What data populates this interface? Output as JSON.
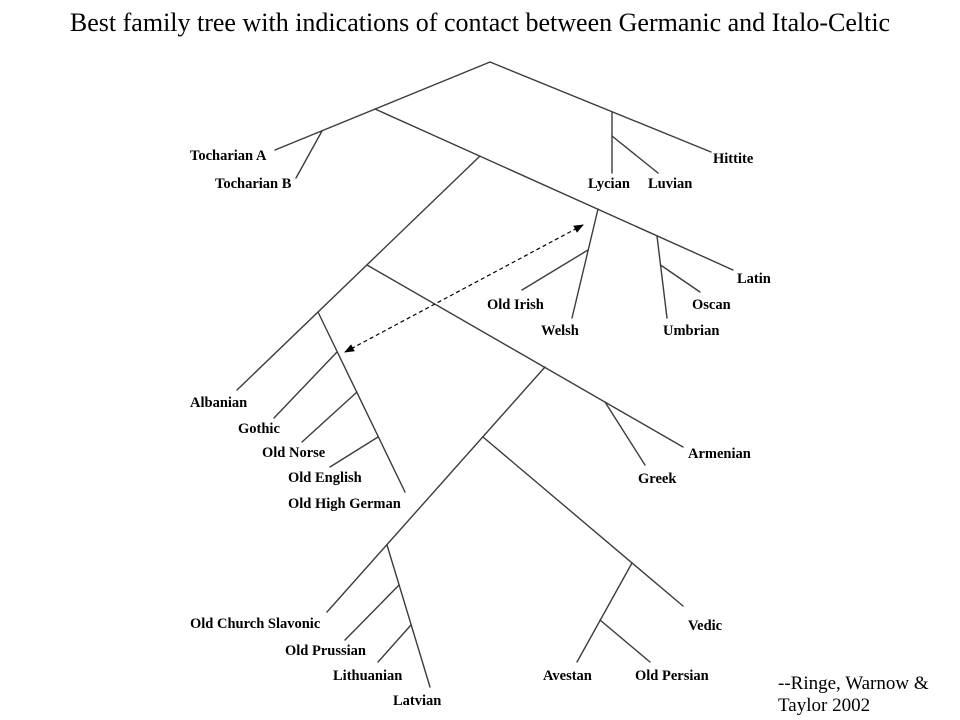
{
  "title": "Best family tree with indications of contact between Germanic and Italo-Celtic",
  "credit": {
    "line1": "--Ringe, Warnow &",
    "line2": "Taylor 2002"
  },
  "languages": {
    "tocharian": [
      "Tocharian A",
      "Tocharian B"
    ],
    "anatolian": [
      "Hittite",
      "Lycian",
      "Luvian"
    ],
    "italic": [
      "Latin",
      "Oscan",
      "Umbrian"
    ],
    "celtic": [
      "Old Irish",
      "Welsh"
    ],
    "albanian": [
      "Albanian"
    ],
    "germanic": [
      "Gothic",
      "Old Norse",
      "Old English",
      "Old High German"
    ],
    "armenian": [
      "Armenian"
    ],
    "greek": [
      "Greek"
    ],
    "balto_slavic": [
      "Old Church Slavonic",
      "Old Prussian",
      "Lithuanian",
      "Latvian"
    ],
    "indo_iranian": [
      "Vedic",
      "Avestan",
      "Old Persian"
    ]
  },
  "colors": {
    "background": "#ffffff",
    "tree_line": "#3c3c3c",
    "contact_arrow": "#000000",
    "text": "#000000"
  }
}
